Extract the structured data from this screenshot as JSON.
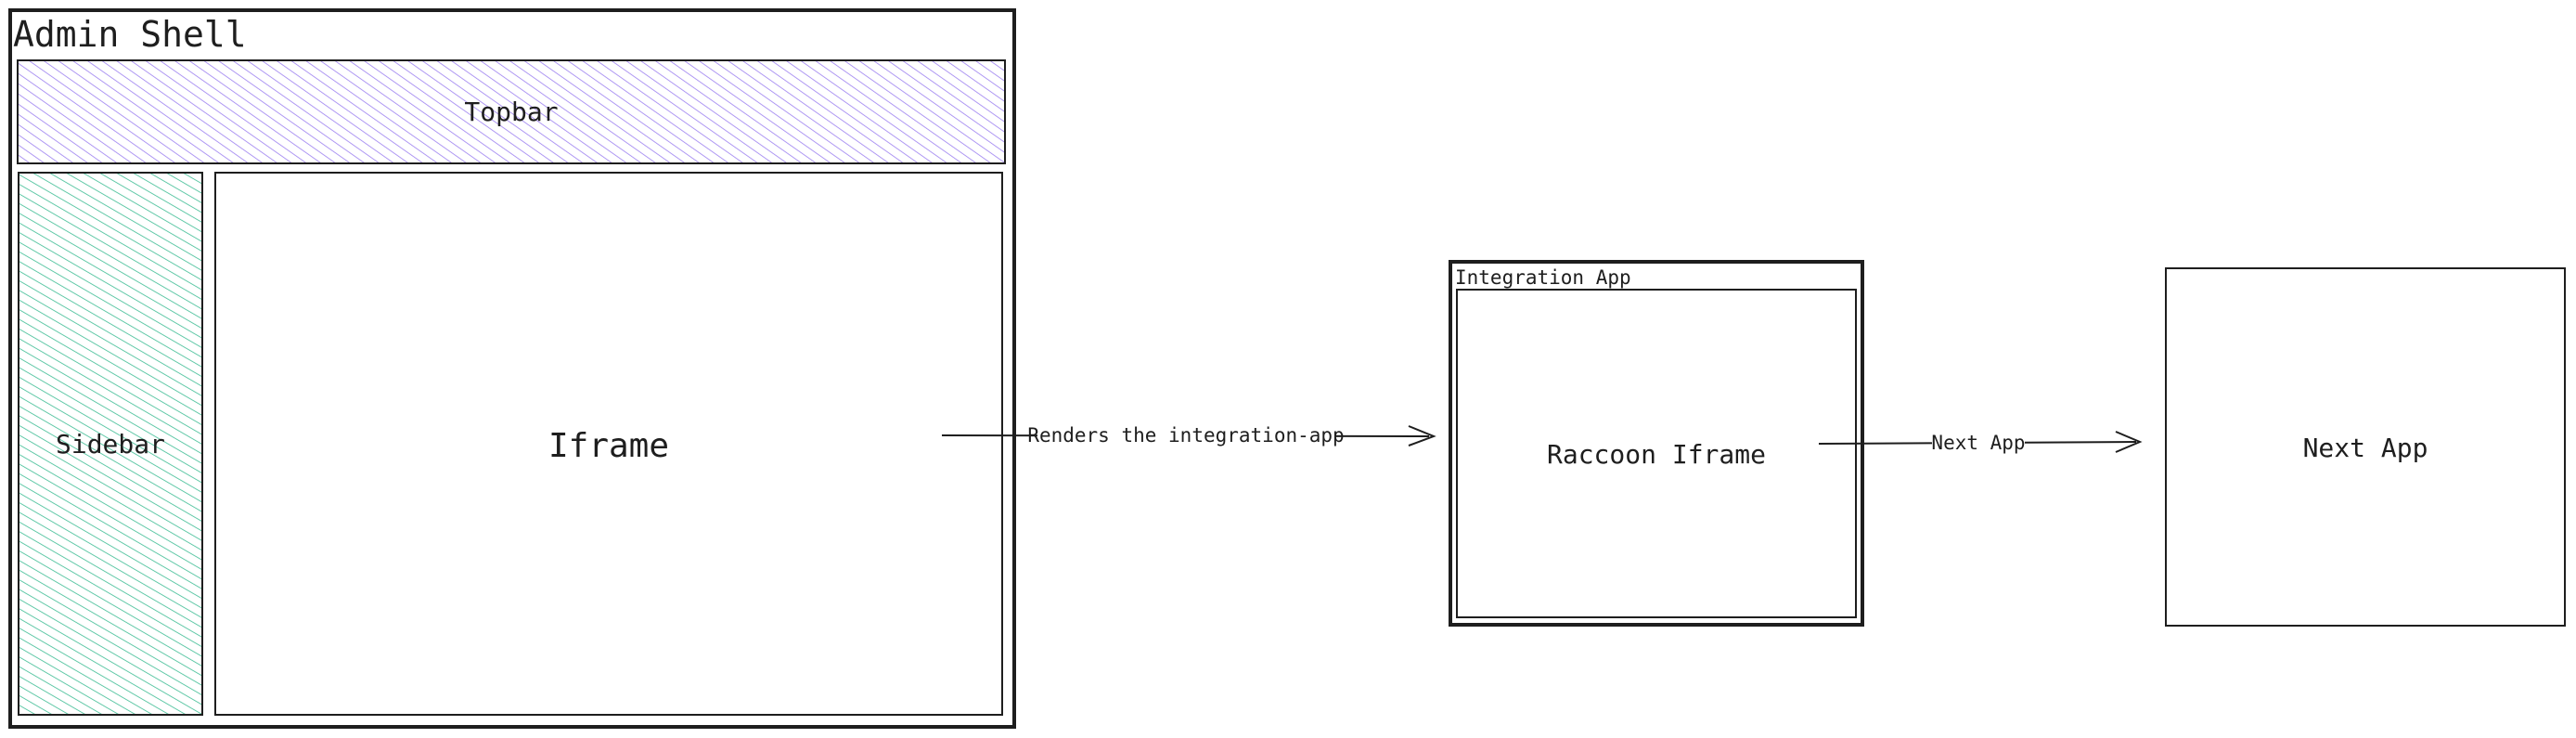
{
  "admin_shell": {
    "title": "Admin Shell",
    "topbar_label": "Topbar",
    "sidebar_label": "Sidebar",
    "iframe_label": "Iframe"
  },
  "integration_app": {
    "title": "Integration App",
    "iframe_label": "Raccoon Iframe"
  },
  "next_app": {
    "label": "Next App"
  },
  "edges": {
    "iframe_to_integration": "Renders the integration-app",
    "integration_to_next": "Next App"
  },
  "colors": {
    "topbar_fill": "#a58af0",
    "sidebar_fill": "#3fbf97",
    "stroke": "#1e1e1e"
  }
}
